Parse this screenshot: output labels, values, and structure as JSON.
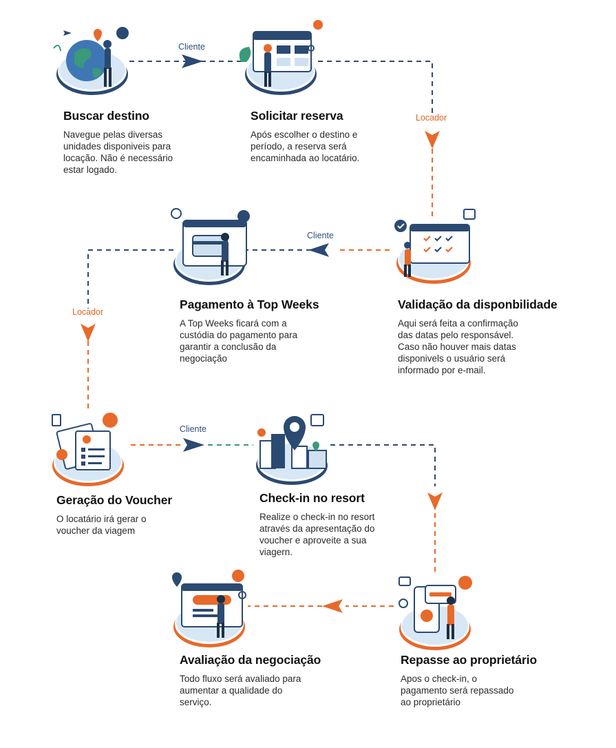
{
  "colors": {
    "navy": "#2b4a72",
    "orange": "#e8692a",
    "teal": "#3a9a7a",
    "light_blue": "#d8e7f5"
  },
  "steps": [
    {
      "id": "buscar",
      "title": "Buscar destino",
      "description": "Navegue pelas diversas\nunidades disponiveis para\nlocação. Não é necessário\nestar logado.",
      "icon": "globe-traveler-icon"
    },
    {
      "id": "solicitar",
      "title": "Solicitar reserva",
      "description": "Após escolher o destino e\nperíodo, a reserva será\nencaminhada ao locatário.",
      "icon": "calendar-booking-icon"
    },
    {
      "id": "validacao",
      "title": "Validação da disponbilidade",
      "description": "Aqui será feita a confirmação\ndas datas pelo responsável.\nCaso não houver mais datas\ndisponivels o usuário será\ninformado por e-mail.",
      "icon": "calendar-check-icon"
    },
    {
      "id": "pagamento",
      "title": "Pagamento à Top Weeks",
      "description": "A Top Weeks ficará com a\ncustódia do pagamento para\ngarantir a conclusão da\nnegociação",
      "icon": "card-payment-icon"
    },
    {
      "id": "voucher",
      "title": "Geração do Voucher",
      "description": "O locatário irá gerar o\nvoucher da viagem",
      "icon": "voucher-document-icon"
    },
    {
      "id": "checkin",
      "title": "Check-in no resort",
      "description": "Realize o check-in no resort\natravés da apresentação do\nvoucher e aproveite a sua\nviagern.",
      "icon": "resort-location-icon"
    },
    {
      "id": "repasse",
      "title": "Repasse ao proprietário",
      "description": "Apos o check-in, o\npagamento será repassado\nao proprietário",
      "icon": "payout-phone-icon"
    },
    {
      "id": "avaliacao",
      "title": "Avaliação da negociação",
      "description": "Todo fluxo será avaliado para\naumentar a qualidade do\nserviço.",
      "icon": "rating-review-icon"
    }
  ],
  "connector_labels": {
    "buscar_to_solicitar": "Cliente",
    "solicitar_to_validacao": "Locador",
    "validacao_to_pagamento": "Cliente",
    "pagamento_to_voucher": "Locador",
    "voucher_to_checkin": "Cliente"
  }
}
